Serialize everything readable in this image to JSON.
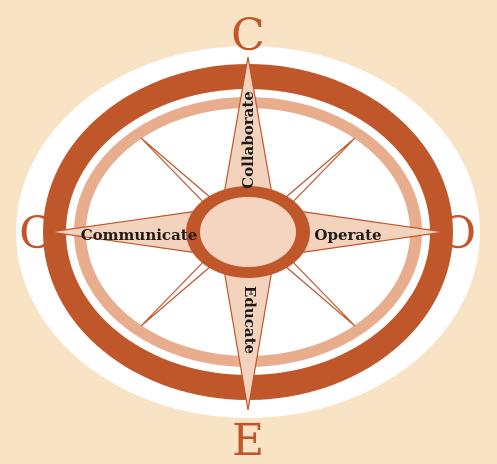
{
  "diagram": {
    "letters": {
      "north": "C",
      "west": "C",
      "east": "O",
      "south": "E"
    },
    "labels": {
      "north": "Collaborate",
      "west": "Communicate",
      "east": "Operate",
      "south": "Educate"
    }
  },
  "colors": {
    "background": "#f8e3c4",
    "outer_ring": "#c0572a",
    "light_ring": "#e8ad8d",
    "white": "#ffffff",
    "main_point": "#f3d3bd",
    "center": "#f6d5c0",
    "text": "#1f1a17"
  }
}
